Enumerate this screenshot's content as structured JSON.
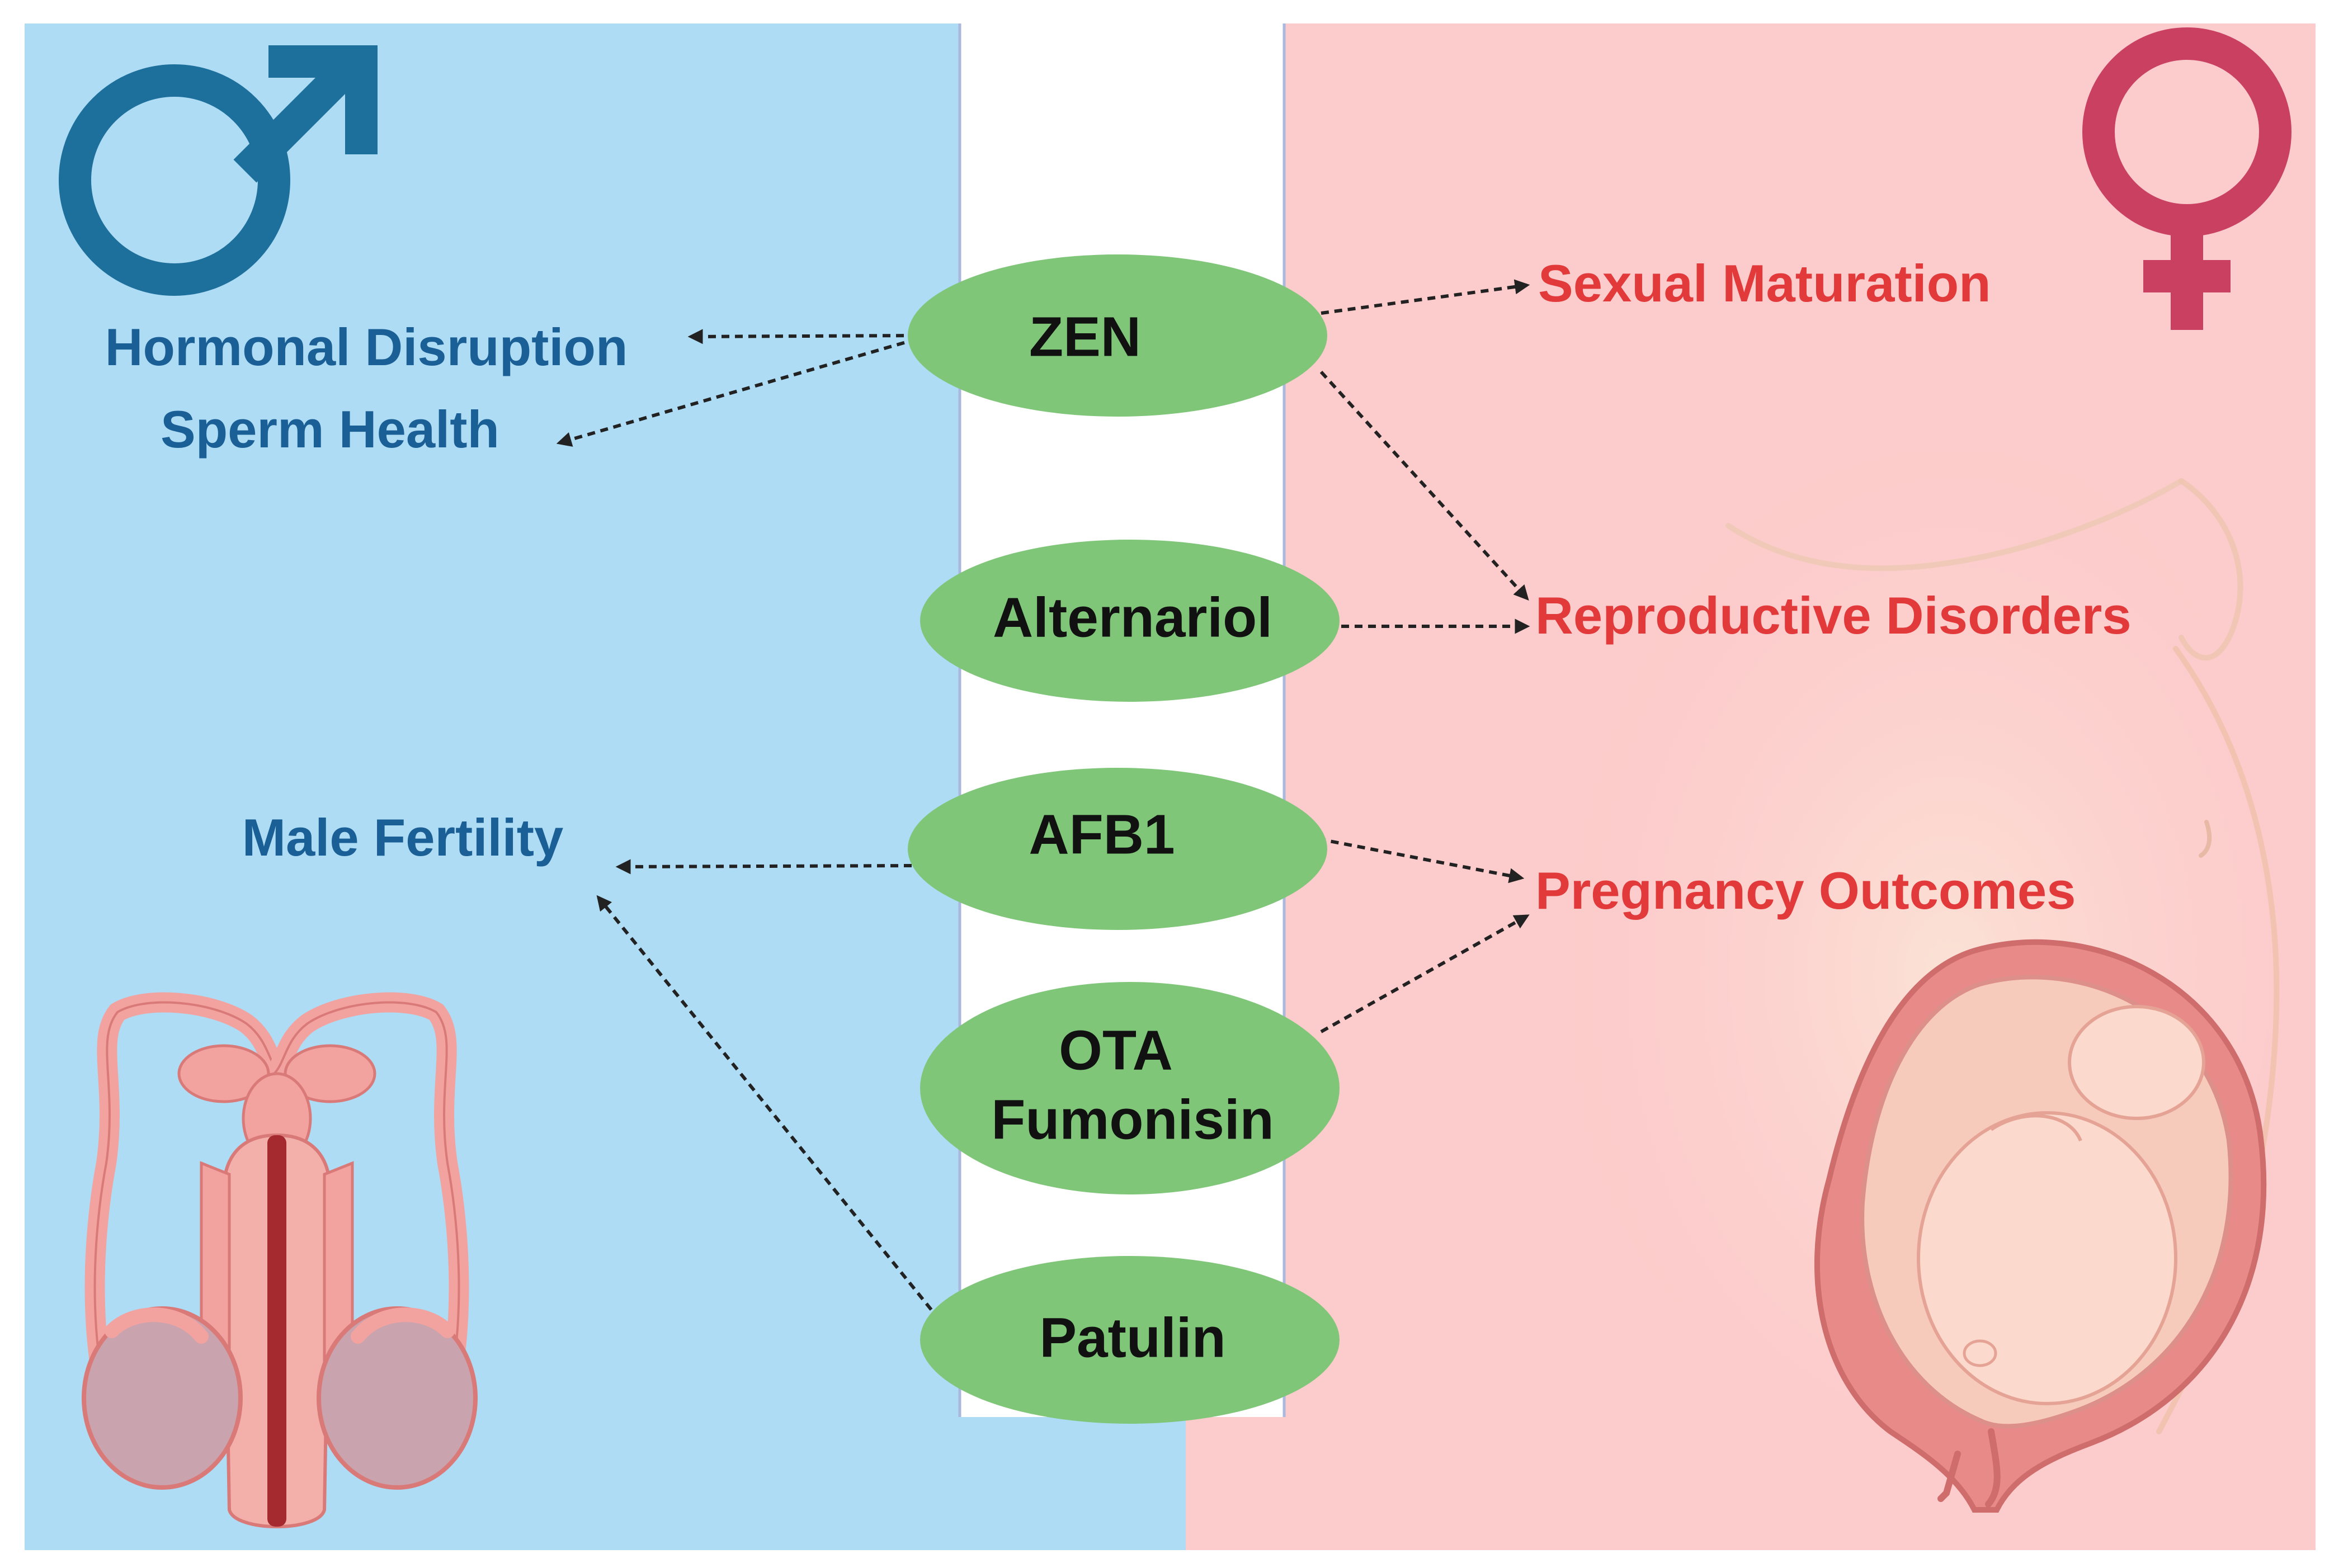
{
  "colors": {
    "male_panel": "#aedcf4",
    "female_panel": "#fccbcb",
    "center_band": "#ffffff",
    "divider": "#a9b8dc",
    "node_fill": "#7fc679",
    "node_text": "#111111",
    "male_text": "#1a5f96",
    "female_text": "#e2393b",
    "male_symbol": "#1d6f9c",
    "female_symbol": "#c94060",
    "arrow": "#222222",
    "anatomy_pink": "#f2a3a0",
    "anatomy_outline": "#d97a78",
    "testis": "#c9a3ad"
  },
  "icons": {
    "male_symbol": "male-symbol-icon",
    "female_symbol": "female-symbol-icon",
    "male_anatomy": "male-reproductive-anatomy-illustration",
    "female_anatomy": "pregnant-uterus-illustration"
  },
  "mycotoxins": {
    "zen": "ZEN",
    "alternariol": "Alternariol",
    "afb1": "AFB1",
    "ota_line1": "OTA",
    "ota_line2": "Fumonisin",
    "patulin": "Patulin"
  },
  "male_effects": {
    "hormonal_disruption": "Hormonal Disruption",
    "sperm_health": "Sperm Health",
    "male_fertility": "Male Fertility"
  },
  "female_effects": {
    "sexual_maturation": "Sexual Maturation",
    "reproductive_disorders": "Reproductive Disorders",
    "pregnancy_outcomes": "Pregnancy Outcomes"
  }
}
